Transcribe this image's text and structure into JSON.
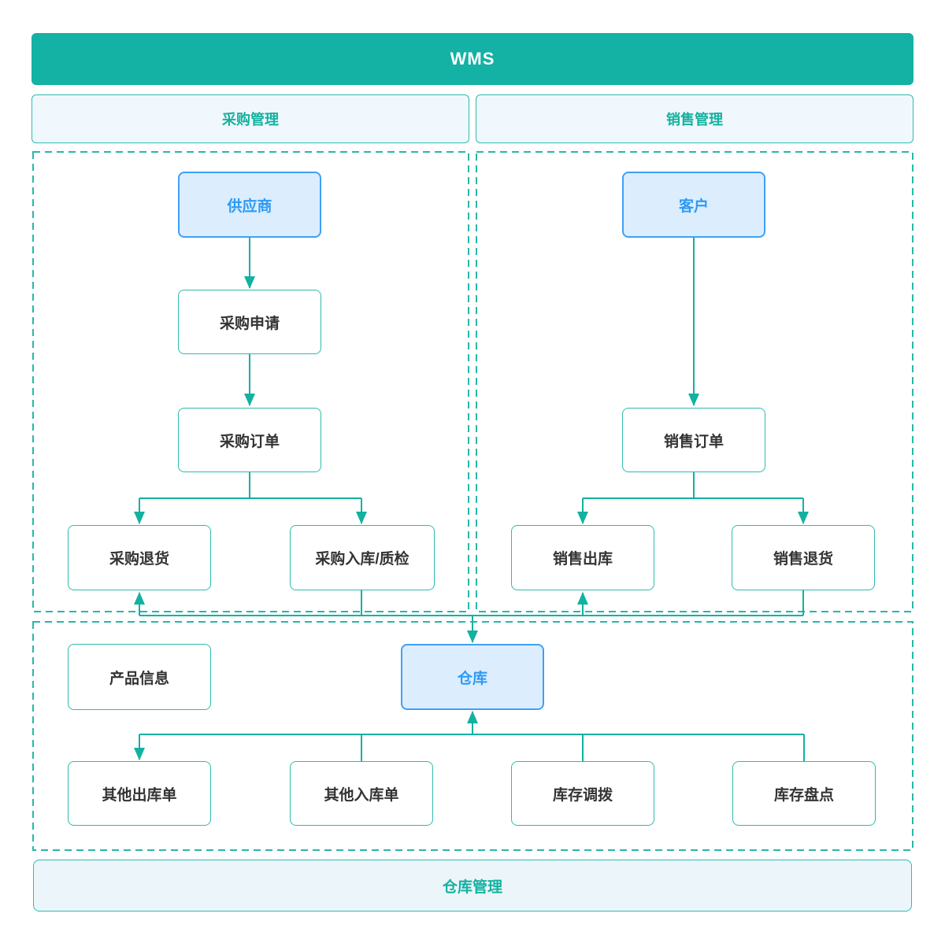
{
  "diagram": {
    "title": "WMS",
    "type": "flowchart"
  },
  "sections": {
    "purchase": {
      "label": "采购管理"
    },
    "sales": {
      "label": "销售管理"
    },
    "warehouse": {
      "label": "仓库管理"
    }
  },
  "nodes": {
    "supplier": {
      "label": "供应商",
      "kind": "entity"
    },
    "purchase_request": {
      "label": "采购申请",
      "kind": "process"
    },
    "purchase_order": {
      "label": "采购订单",
      "kind": "process"
    },
    "purchase_return": {
      "label": "采购退货",
      "kind": "process"
    },
    "purchase_inbound_qc": {
      "label": "采购入库/质检",
      "kind": "process"
    },
    "customer": {
      "label": "客户",
      "kind": "entity"
    },
    "sales_order": {
      "label": "销售订单",
      "kind": "process"
    },
    "sales_outbound": {
      "label": "销售出库",
      "kind": "process"
    },
    "sales_return": {
      "label": "销售退货",
      "kind": "process"
    },
    "product_info": {
      "label": "产品信息",
      "kind": "process"
    },
    "warehouse": {
      "label": "仓库",
      "kind": "entity"
    },
    "other_outbound": {
      "label": "其他出库单",
      "kind": "process"
    },
    "other_inbound": {
      "label": "其他入库单",
      "kind": "process"
    },
    "stock_transfer": {
      "label": "库存调拨",
      "kind": "process"
    },
    "stock_count": {
      "label": "库存盘点",
      "kind": "process"
    }
  },
  "edges": [
    {
      "from": "supplier",
      "to": "purchase_request"
    },
    {
      "from": "purchase_request",
      "to": "purchase_order"
    },
    {
      "from": "purchase_order",
      "to": "purchase_return"
    },
    {
      "from": "purchase_order",
      "to": "purchase_inbound_qc"
    },
    {
      "from": "customer",
      "to": "sales_order"
    },
    {
      "from": "sales_order",
      "to": "sales_outbound"
    },
    {
      "from": "sales_order",
      "to": "sales_return"
    },
    {
      "from": "purchase_inbound_qc",
      "to": "warehouse"
    },
    {
      "from": "sales_return",
      "to": "warehouse"
    },
    {
      "from": "warehouse",
      "to": "purchase_return"
    },
    {
      "from": "warehouse",
      "to": "sales_outbound"
    },
    {
      "from": "other_inbound",
      "to": "warehouse"
    },
    {
      "from": "stock_transfer",
      "to": "warehouse"
    },
    {
      "from": "stock_count",
      "to": "warehouse"
    },
    {
      "from": "warehouse",
      "to": "other_outbound"
    }
  ],
  "colors": {
    "teal_fill": "#14B1A5",
    "teal_text": "#15B1A0",
    "line": "#12B1A0",
    "node_border": "#2EBCAC",
    "dash": "#28B7A8",
    "light_fill": "#F0F8FD",
    "warehouse_bar_fill": "#ECF6FA",
    "blue_fill": "#DCEDFE",
    "blue_border": "#3FA0F6",
    "blue_text": "#2E9AF5",
    "node_text": "#333333"
  }
}
